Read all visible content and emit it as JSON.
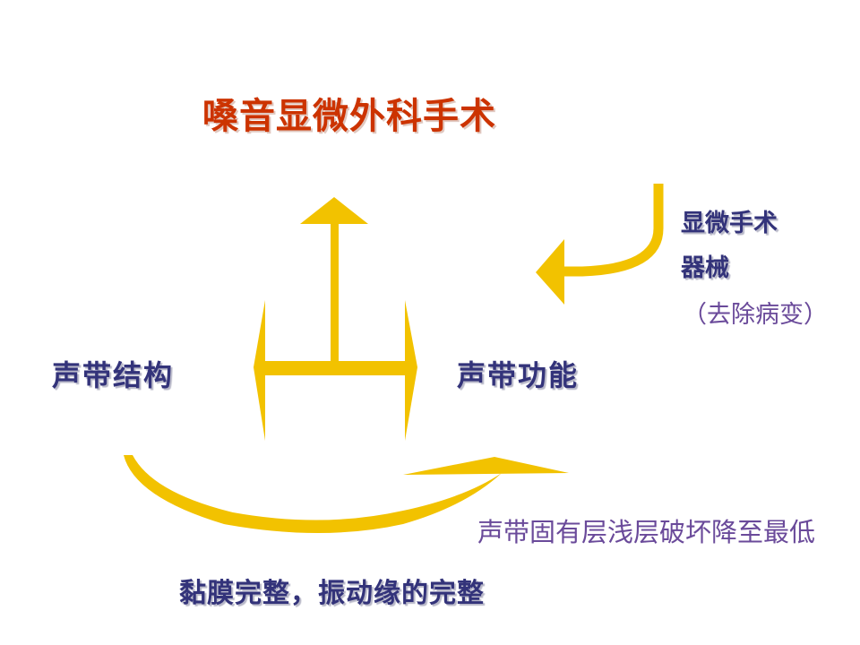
{
  "slide": {
    "title": "嗓音显微外科手术",
    "vocal_cord_structure": "声带结构",
    "vocal_cord_function": "声带功能",
    "micro_instruments_line1": "显微手术",
    "micro_instruments_line2": "器械",
    "remove_lesion": "（去除病变）",
    "minimize_damage": "声带固有层浅层破坏降至最低",
    "mucosa_intact": "黏膜完整，振动缘的完整"
  },
  "colors": {
    "arrow": "#f2c200",
    "title": "#cc3300",
    "label_bold": "#33337a",
    "label_plain": "#6a4a9a"
  }
}
